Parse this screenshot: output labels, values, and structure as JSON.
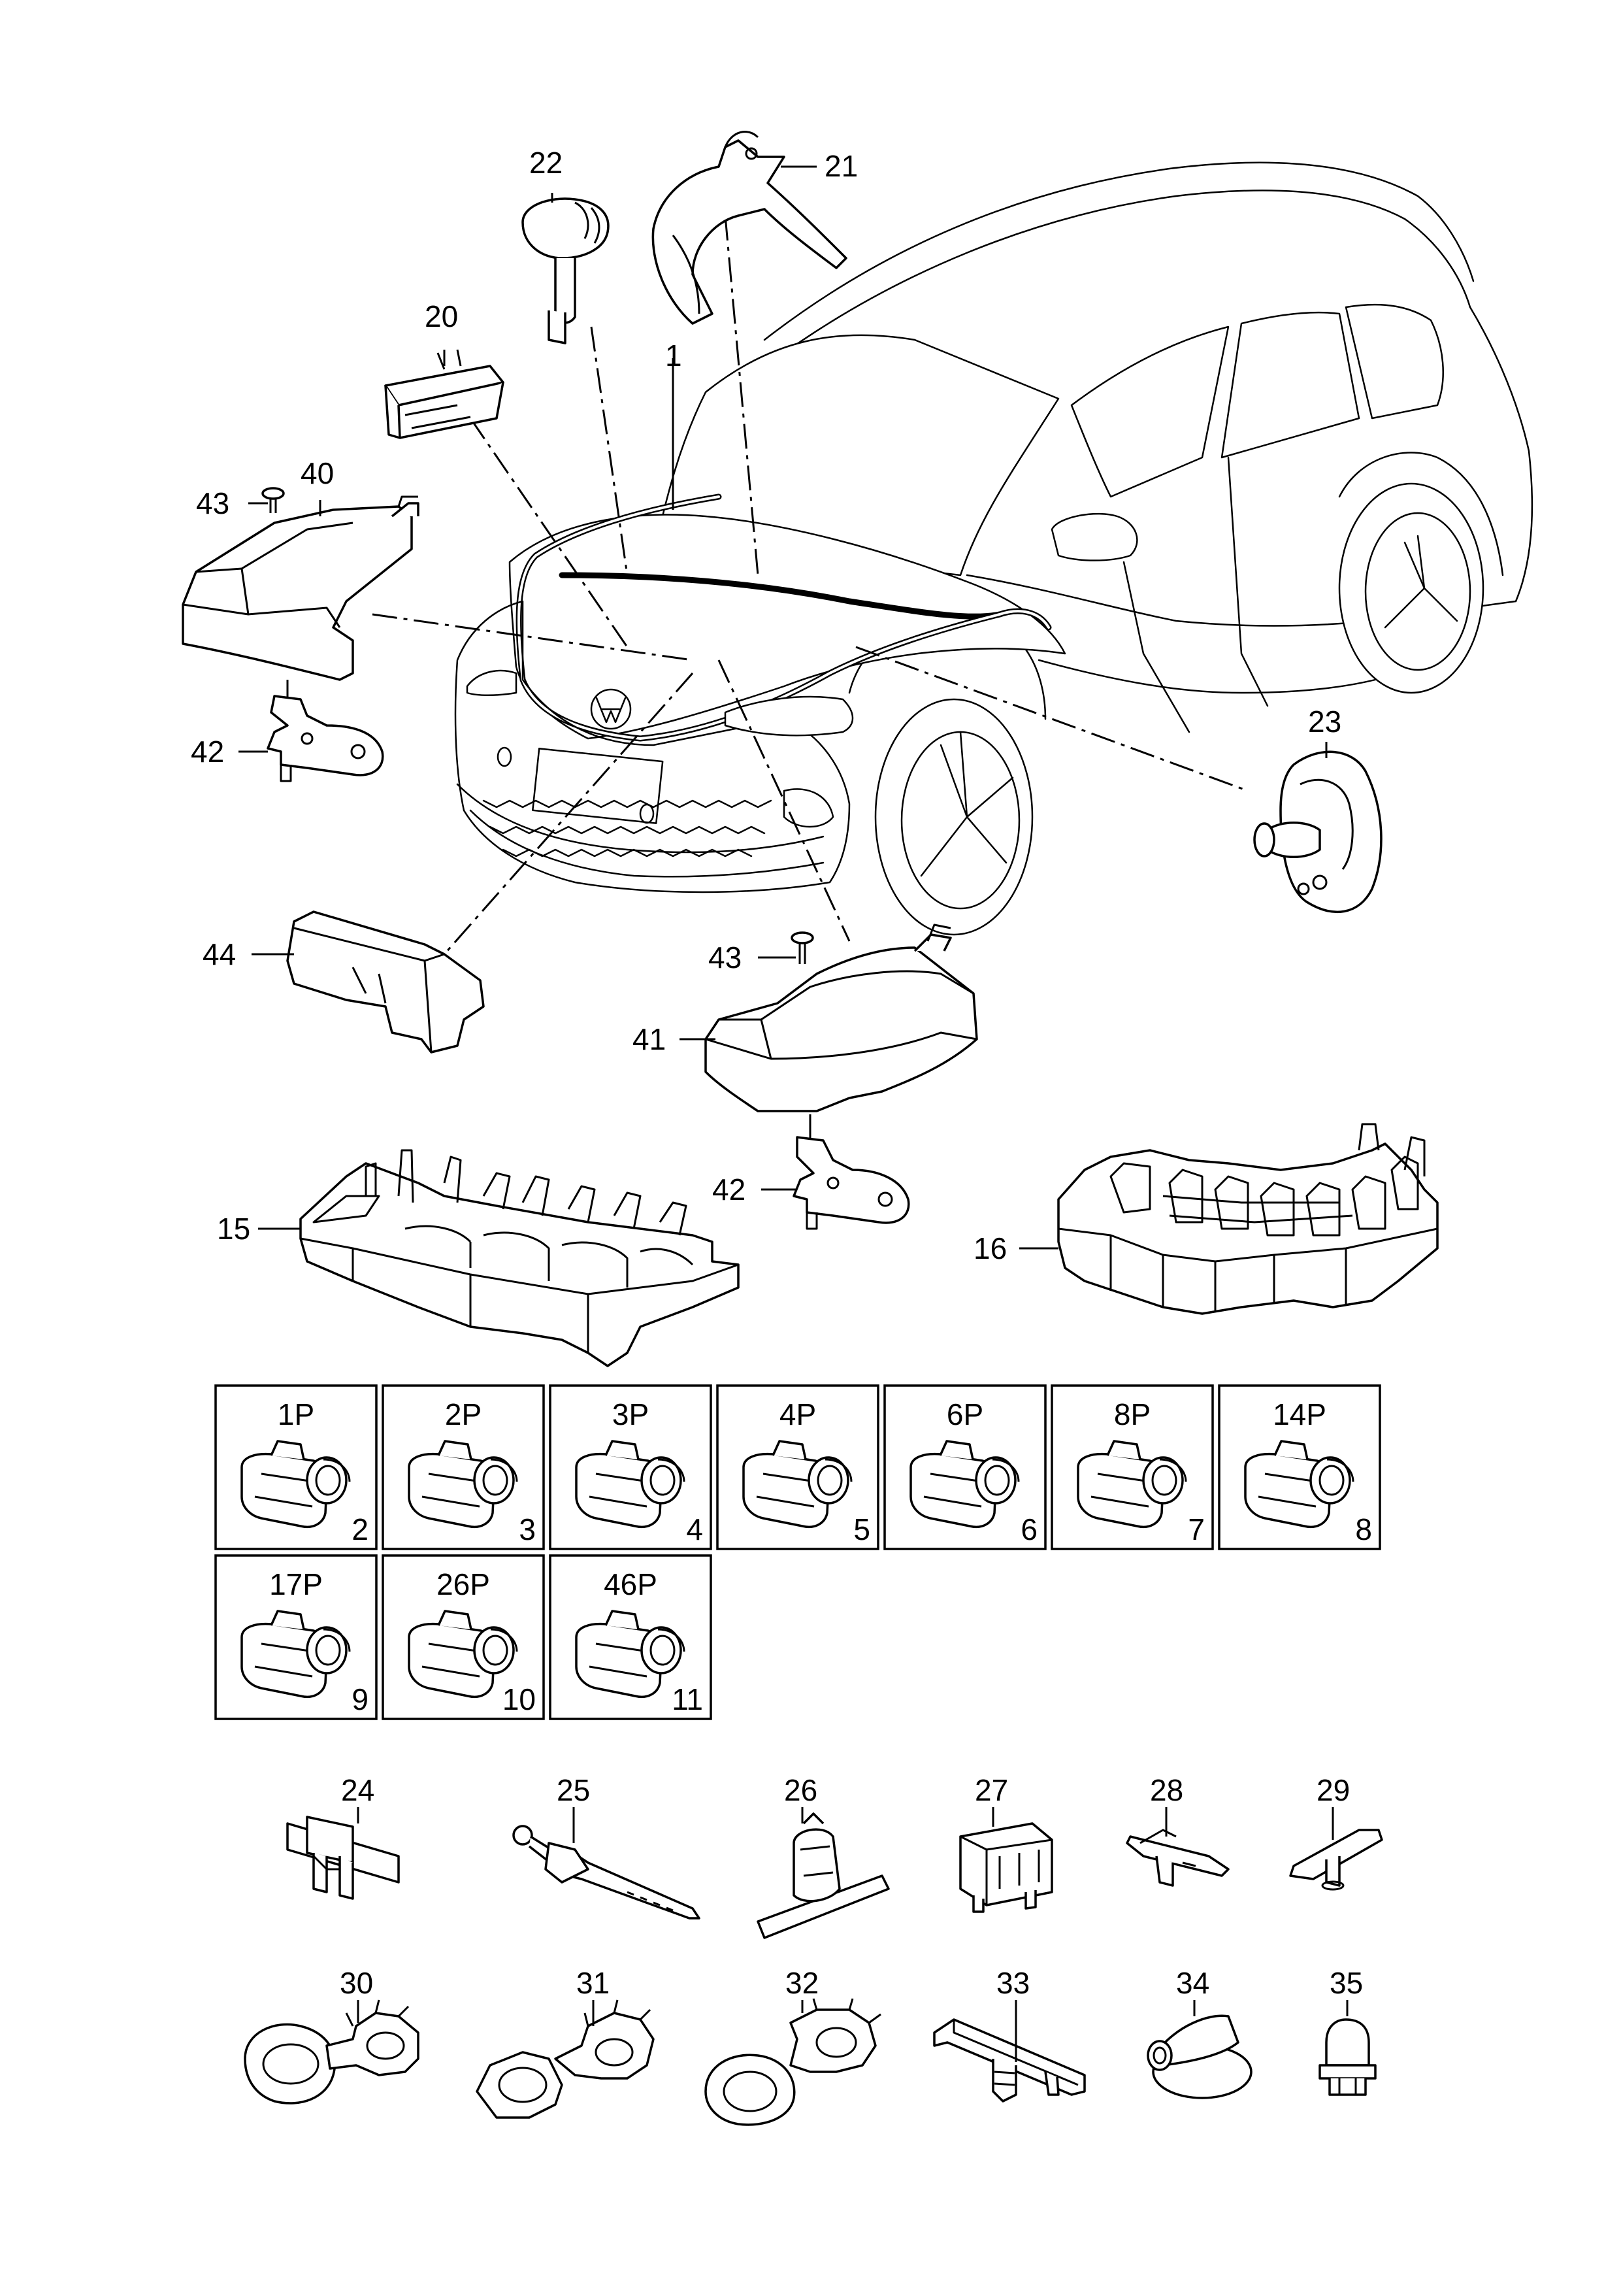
{
  "callouts": {
    "c1": "1",
    "c15": "15",
    "c16": "16",
    "c20": "20",
    "c21": "21",
    "c22": "22",
    "c23": "23",
    "c40": "40",
    "c41": "41",
    "c42a": "42",
    "c42b": "42",
    "c43a": "43",
    "c43b": "43",
    "c44": "44",
    "c24": "24",
    "c25": "25",
    "c26": "26",
    "c27": "27",
    "c28": "28",
    "c29": "29",
    "c30": "30",
    "c31": "31",
    "c32": "32",
    "c33": "33",
    "c34": "34",
    "c35": "35"
  },
  "connector_grid": [
    {
      "pins": "1P",
      "item": "2"
    },
    {
      "pins": "2P",
      "item": "3"
    },
    {
      "pins": "3P",
      "item": "4"
    },
    {
      "pins": "4P",
      "item": "5"
    },
    {
      "pins": "6P",
      "item": "6"
    },
    {
      "pins": "8P",
      "item": "7"
    },
    {
      "pins": "14P",
      "item": "8"
    },
    {
      "pins": "17P",
      "item": "9"
    },
    {
      "pins": "26P",
      "item": "10"
    },
    {
      "pins": "46P",
      "item": "11"
    }
  ],
  "icons": {
    "car": "vehicle-outline-icon",
    "connector": "electrical-connector-housing-icon",
    "emblem": "vw-emblem-icon"
  }
}
